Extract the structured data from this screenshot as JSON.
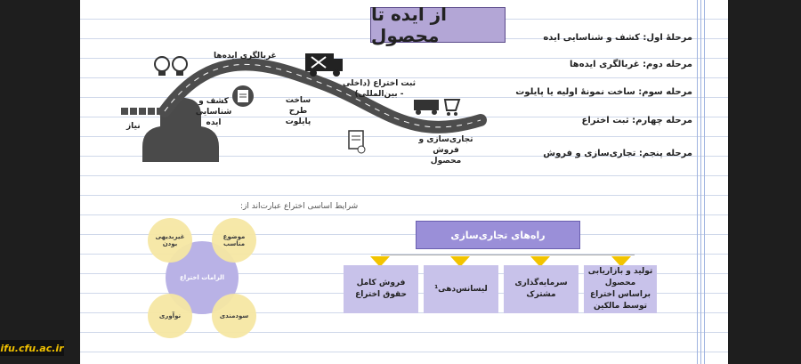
{
  "title": "از ایده تا محصول",
  "stages": [
    "مرحلهٔ اول: کشف و شناسایی ایده",
    "مرحله دوم: غربالگری ایده‌ها",
    "مرحله سوم: ساخت نمونهٔ اولیه یا پایلوت",
    "مرحله چهارم: ثبت اختراع",
    "مرحله پنجم: تجاری‌سازی و فروش"
  ],
  "roadmap": {
    "need": "نیاز",
    "discover": "کشف و شناسایی ایده",
    "screening": "غربالگری ایده‌ها",
    "pilot": "ساخت طرح پایلوت",
    "patent": "ثبت اختراع (داخلی - بین‌المللی)",
    "commercial": "تجاری‌سازی و فروش محصول"
  },
  "conditions": {
    "heading": "شرایط اساسی اختراع عبارت‌اند از:",
    "center": "الزامات اختراع",
    "items": [
      "غیربدیهی بودن",
      "موضوع مناسب",
      "نوآوری",
      "سودمندی"
    ]
  },
  "commercialization": {
    "title": "راه‌های تجاری‌سازی",
    "routes": [
      "تولید و بازاریابی محصول براساس اختراع توسط مالکین",
      "سرمایه‌گذاری مشترک",
      "لیسانس‌دهی¹",
      "فروش کامل حقوق اختراع"
    ]
  },
  "logo": "ifu.cfu.ac.ir",
  "colors": {
    "accent": "#9a8fd8",
    "box": "#c8c2ea",
    "triangle": "#f2c400",
    "circle": "#f6e7a4"
  }
}
